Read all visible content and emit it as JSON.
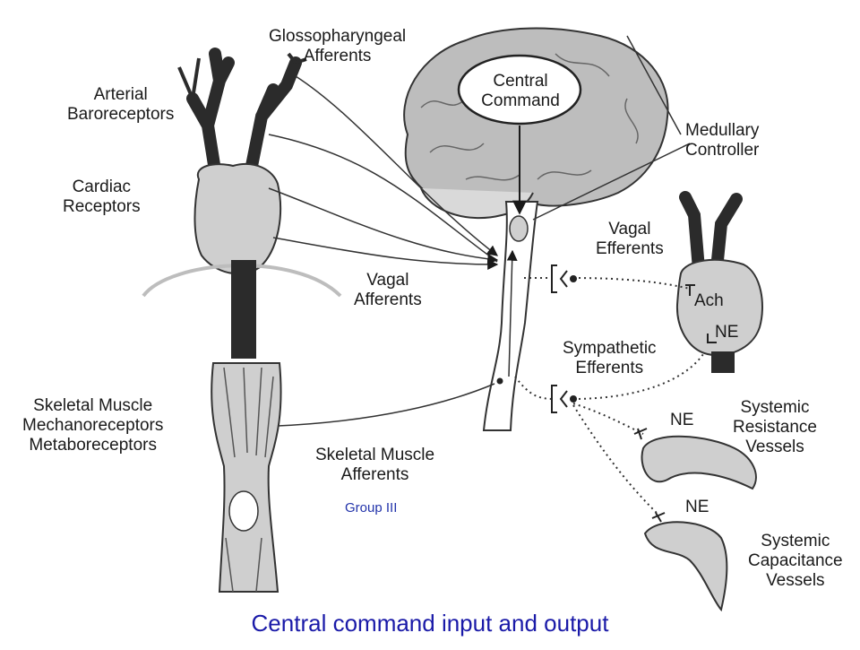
{
  "labels": {
    "glossopharyngeal": [
      "Glossopharyngeal",
      "Afferents"
    ],
    "arterial_baroreceptors": [
      "Arterial",
      "Baroreceptors"
    ],
    "cardiac_receptors": [
      "Cardiac",
      "Receptors"
    ],
    "central_command": [
      "Central",
      "Command"
    ],
    "medullary_controller": [
      "Medullary",
      "Controller"
    ],
    "vagal_efferents": [
      "Vagal",
      "Efferents"
    ],
    "vagal_afferents": [
      "Vagal",
      "Afferents"
    ],
    "ach": "Ach",
    "ne_heart": "NE",
    "sympathetic_efferents": [
      "Sympathetic",
      "Efferents"
    ],
    "skeletal_muscle_receptors": [
      "Skeletal Muscle",
      "Mechanoreceptors",
      "Metaboreceptors"
    ],
    "skeletal_muscle_afferents": [
      "Skeletal Muscle",
      "Afferents"
    ],
    "group_iii": "Group III",
    "ne_resistance": "NE",
    "systemic_resistance": [
      "Systemic",
      "Resistance",
      "Vessels"
    ],
    "ne_capacitance": "NE",
    "systemic_capacitance": [
      "Systemic",
      "Capacitance",
      "Vessels"
    ]
  },
  "caption": "Central command input and output",
  "colors": {
    "caption": "#1a1aa8",
    "group_label": "#2233aa",
    "ink": "#1a1a1a",
    "tissue_light": "#cfcfcf",
    "tissue_dark": "#2b2b2b"
  }
}
